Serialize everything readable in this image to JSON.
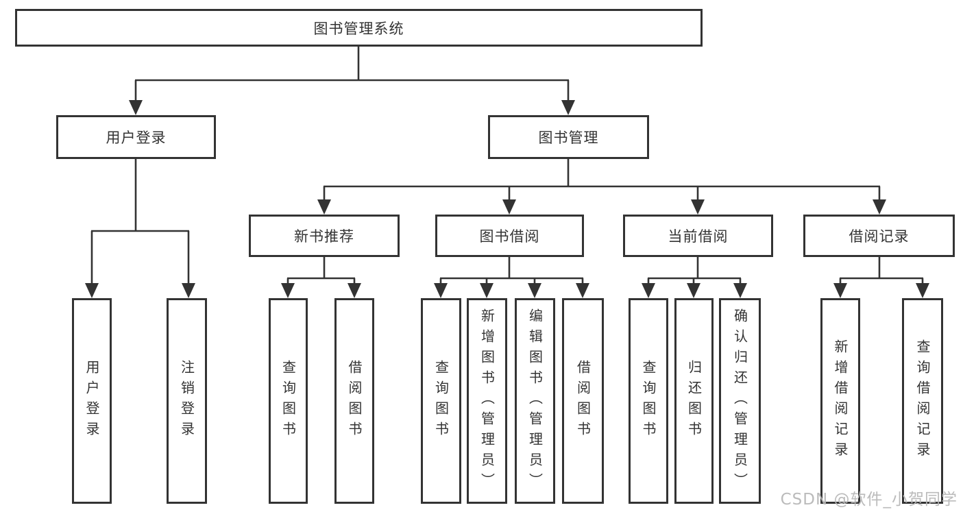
{
  "diagram": {
    "root": {
      "label": "图书管理系统"
    },
    "branches": [
      {
        "label": "用户登录",
        "children": [
          {
            "label": "用户登录"
          },
          {
            "label": "注销登录"
          }
        ]
      },
      {
        "label": "图书管理",
        "children": [
          {
            "label": "新书推荐",
            "children": [
              {
                "label": "查询图书"
              },
              {
                "label": "借阅图书"
              }
            ]
          },
          {
            "label": "图书借阅",
            "children": [
              {
                "label": "查询图书"
              },
              {
                "label": "新增图书（管理员）"
              },
              {
                "label": "编辑图书（管理员）"
              },
              {
                "label": "借阅图书"
              }
            ]
          },
          {
            "label": "当前借阅",
            "children": [
              {
                "label": "查询图书"
              },
              {
                "label": "归还图书"
              },
              {
                "label": "确认归还（管理员）"
              }
            ]
          },
          {
            "label": "借阅记录",
            "children": [
              {
                "label": "新增借阅记录"
              },
              {
                "label": "查询借阅记录"
              }
            ]
          }
        ]
      }
    ]
  },
  "watermark": {
    "text": "CSDN @软件_小贺同学"
  },
  "colors": {
    "line": "#333333",
    "box_border": "#333333",
    "text": "#333333",
    "watermark": "#b7b7b7",
    "background": "#ffffff"
  }
}
